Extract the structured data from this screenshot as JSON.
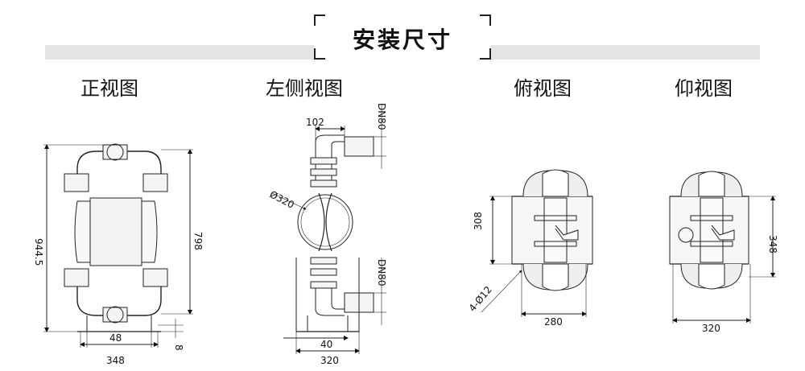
{
  "header": {
    "title": "安装尺寸"
  },
  "views": {
    "front": {
      "label": "正视图",
      "dims": {
        "height_total": "944.5",
        "height_inner": "798",
        "base_gap": "48",
        "base_width": "348",
        "foot": "8"
      }
    },
    "left": {
      "label": "左侧视图",
      "dims": {
        "offset_top": "102",
        "port_top": "DN80",
        "port_bottom": "DN80",
        "flange": "Ø320",
        "base_gap": "40",
        "base_width": "320"
      }
    },
    "top": {
      "label": "俯视图",
      "dims": {
        "height": "308",
        "holes": "4-Ø12",
        "width": "280"
      }
    },
    "bottom": {
      "label": "仰视图",
      "dims": {
        "height": "348",
        "width": "320"
      }
    }
  }
}
